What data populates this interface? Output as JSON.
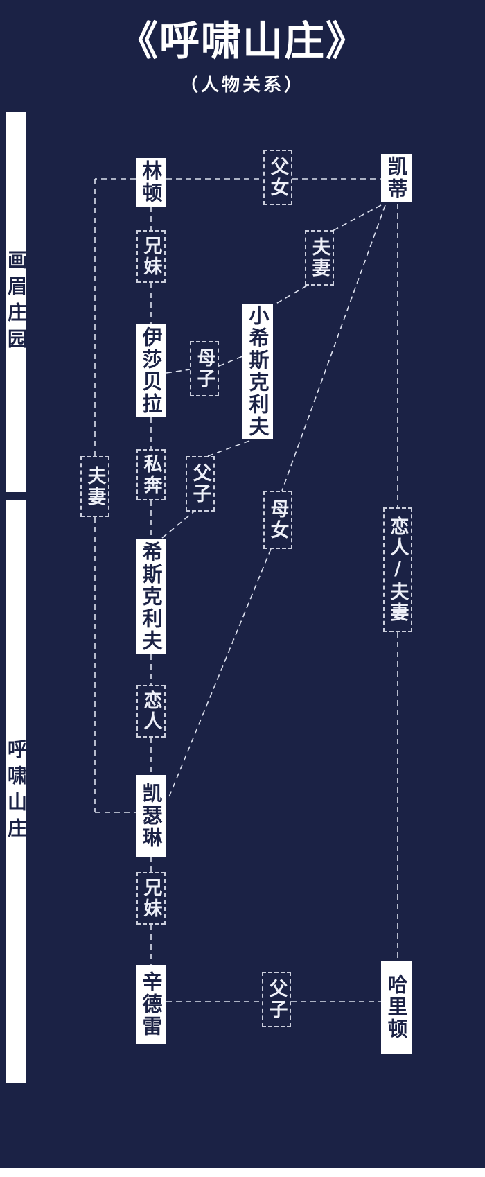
{
  "title": "《呼啸山庄》",
  "subtitle": "（人物关系）",
  "sections": {
    "grange": "画眉庄园",
    "heights": "呼啸山庄"
  },
  "persons": {
    "edgar_linton": "林顿",
    "cathy": "凯蒂",
    "isabella": "伊莎贝拉",
    "linton_heathcliff": "小希斯克利夫",
    "heathcliff": "希斯克利夫",
    "catherine": "凯瑟琳",
    "hindley": "辛德雷",
    "hareton": "哈里顿"
  },
  "relations": {
    "father_daughter_top": "父女",
    "couple_upper": "夫妻",
    "siblings_top": "兄妹",
    "mother_son": "母子",
    "elope": "私奔",
    "father_son_mid": "父子",
    "couple_left": "夫妻",
    "mother_daughter": "母女",
    "lovers_couple_right": "恋人/夫妻",
    "lovers": "恋人",
    "siblings_bottom": "兄妹",
    "father_son_bottom": "父子"
  },
  "colors": {
    "background": "#1b2245",
    "node_bg": "#ffffff",
    "node_text": "#1b2245",
    "line": "#dde1ef"
  }
}
